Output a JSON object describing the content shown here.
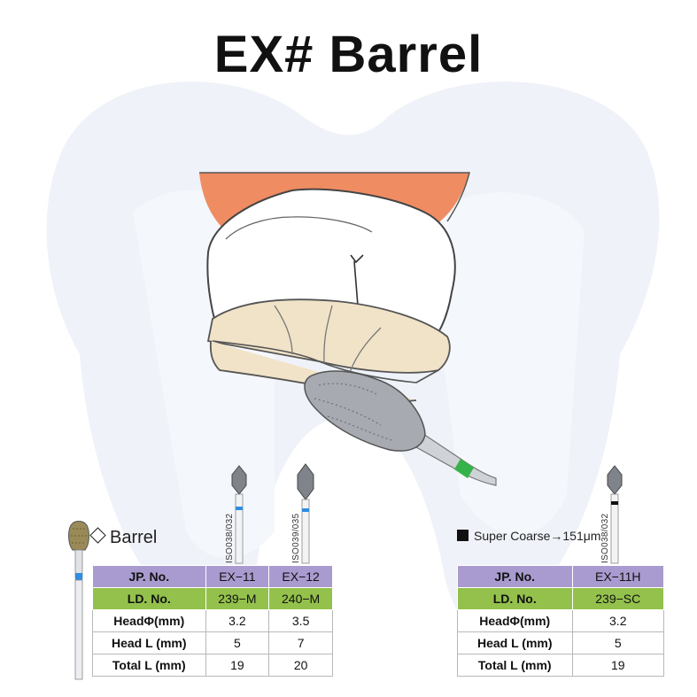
{
  "title": "EX# Barrel",
  "left_section": {
    "heading": "Barrel",
    "burs": [
      {
        "iso": "ISO038/032",
        "band_color": "#2f8ee0"
      },
      {
        "iso": "ISO039/035",
        "band_color": "#2f8ee0"
      }
    ],
    "table": {
      "row_labels": [
        "JP. No.",
        "LD. No.",
        "HeadΦ(mm)",
        "Head L (mm)",
        "Total L (mm)"
      ],
      "columns": [
        {
          "jp": "EX−11",
          "ld": "239−M",
          "head_phi": "3.2",
          "head_l": "5",
          "total_l": "19"
        },
        {
          "jp": "EX−12",
          "ld": "240−M",
          "head_phi": "3.5",
          "head_l": "7",
          "total_l": "20"
        }
      ]
    }
  },
  "right_section": {
    "heading": "Super Coarse→151μm",
    "burs": [
      {
        "iso": "ISO038/032",
        "band_color": "#111111"
      }
    ],
    "table": {
      "row_labels": [
        "JP. No.",
        "LD. No.",
        "HeadΦ(mm)",
        "Head L (mm)",
        "Total L (mm)"
      ],
      "columns": [
        {
          "jp": "EX−11H",
          "ld": "239−SC",
          "head_phi": "3.2",
          "head_l": "5",
          "total_l": "19"
        }
      ]
    }
  },
  "colors": {
    "jp_row": "#a99bcf",
    "ld_row": "#93c14c",
    "medium_band": "#2f8ee0",
    "super_coarse_band": "#111111",
    "shank_band": "#35b34a",
    "gum": "#f08c62",
    "dentin": "#f1e3c8"
  }
}
